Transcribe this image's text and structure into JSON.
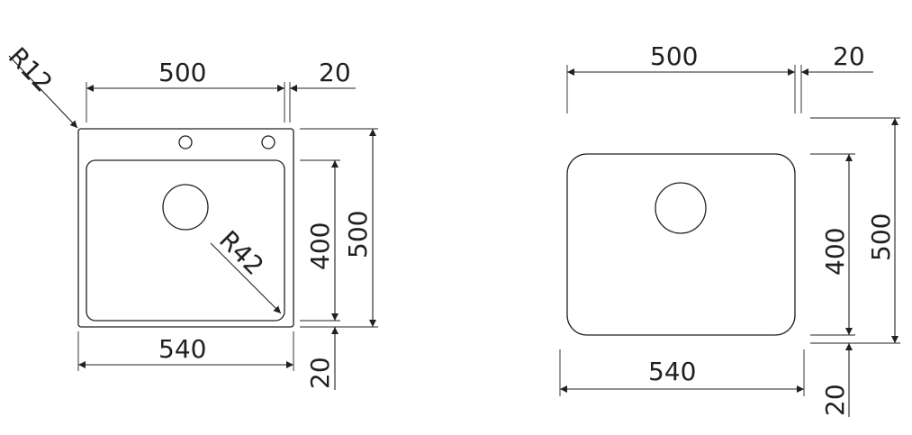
{
  "left_view": {
    "radius_corner": "R12",
    "radius_bowl": "R42",
    "top_width": "500",
    "top_flange": "20",
    "bottom_width": "540",
    "bottom_flange": "20",
    "height_inner": "400",
    "height_outer": "500"
  },
  "right_view": {
    "top_width": "500",
    "top_flange": "20",
    "bottom_width": "540",
    "bottom_flange": "20",
    "height_inner": "400",
    "height_outer": "500"
  },
  "colors": {
    "line": "#231f20",
    "background": "#ffffff"
  }
}
